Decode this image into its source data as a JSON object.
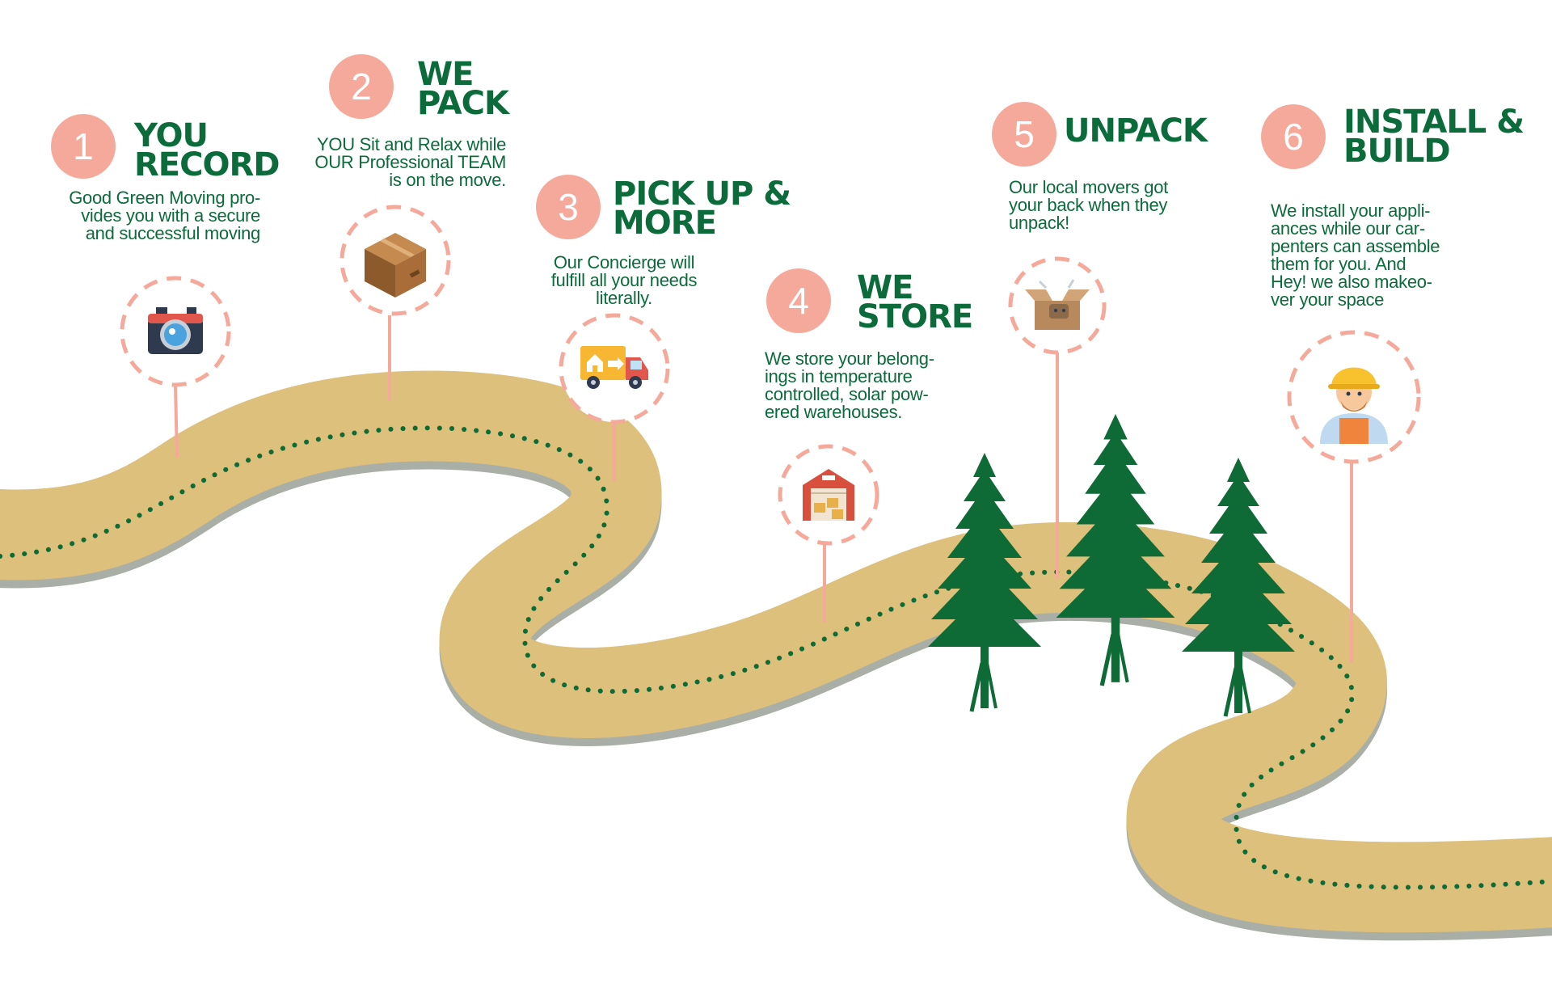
{
  "colors": {
    "accent": "#f5a99b",
    "brand_green": "#0b6b3a",
    "road": "#dcc07c",
    "road_shadow": "#a9aea6",
    "tree": "#0e6b36"
  },
  "steps": [
    {
      "number": "1",
      "title": [
        "YOU",
        "RECORD"
      ],
      "description": [
        "Good Green Moving pro-",
        "vides you with a secure",
        "and successful moving"
      ],
      "icon": "camera-icon"
    },
    {
      "number": "2",
      "title": [
        "WE",
        "PACK"
      ],
      "description": [
        "YOU Sit and Relax while",
        "OUR Professional TEAM",
        "is on the move."
      ],
      "icon": "box-icon"
    },
    {
      "number": "3",
      "title": [
        "PICK UP &",
        "MORE"
      ],
      "description": [
        "Our Concierge will",
        "fulfill all your needs",
        "literally."
      ],
      "icon": "truck-icon"
    },
    {
      "number": "4",
      "title": [
        "WE",
        "STORE"
      ],
      "description": [
        "We store your belong-",
        "ings in temperature",
        "controlled, solar pow-",
        "ered warehouses."
      ],
      "icon": "warehouse-icon"
    },
    {
      "number": "5",
      "title": [
        "UNPACK"
      ],
      "description": [
        "Our local movers got",
        "your back when they",
        "unpack!"
      ],
      "icon": "open-box-icon"
    },
    {
      "number": "6",
      "title": [
        "INSTALL &",
        "BUILD"
      ],
      "description": [
        "We install your appli-",
        "ances while our car-",
        "penters can assemble",
        "them for you.  And",
        "Hey! we also makeo-",
        "ver your space"
      ],
      "icon": "worker-icon"
    }
  ]
}
